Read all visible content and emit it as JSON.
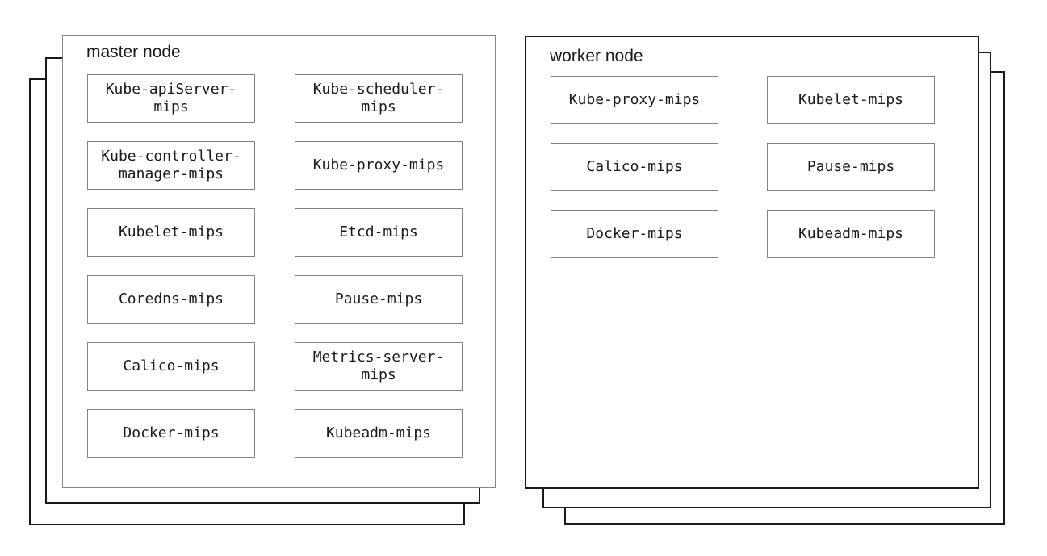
{
  "diagram": {
    "nodes": [
      {
        "title": "master node",
        "components": [
          "Kube-apiServer-mips",
          "Kube-scheduler-mips",
          "Kube-controller-manager-mips",
          "Kube-proxy-mips",
          "Kubelet-mips",
          "Etcd-mips",
          "Coredns-mips",
          "Pause-mips",
          "Calico-mips",
          "Metrics-server-mips",
          "Docker-mips",
          "Kubeadm-mips"
        ]
      },
      {
        "title": "worker node",
        "components": [
          "Kube-proxy-mips",
          "Kubelet-mips",
          "Calico-mips",
          "Pause-mips",
          "Docker-mips",
          "Kubeadm-mips"
        ]
      }
    ],
    "stack_layers_per_node": 3,
    "colors": {
      "background": "#ffffff",
      "master_panel_border": "#858585",
      "worker_panel_border": "#1a1a1a",
      "stack_layer_border": "#1a1a1a",
      "component_border": "#828282",
      "text": "#1a1a1a"
    }
  }
}
